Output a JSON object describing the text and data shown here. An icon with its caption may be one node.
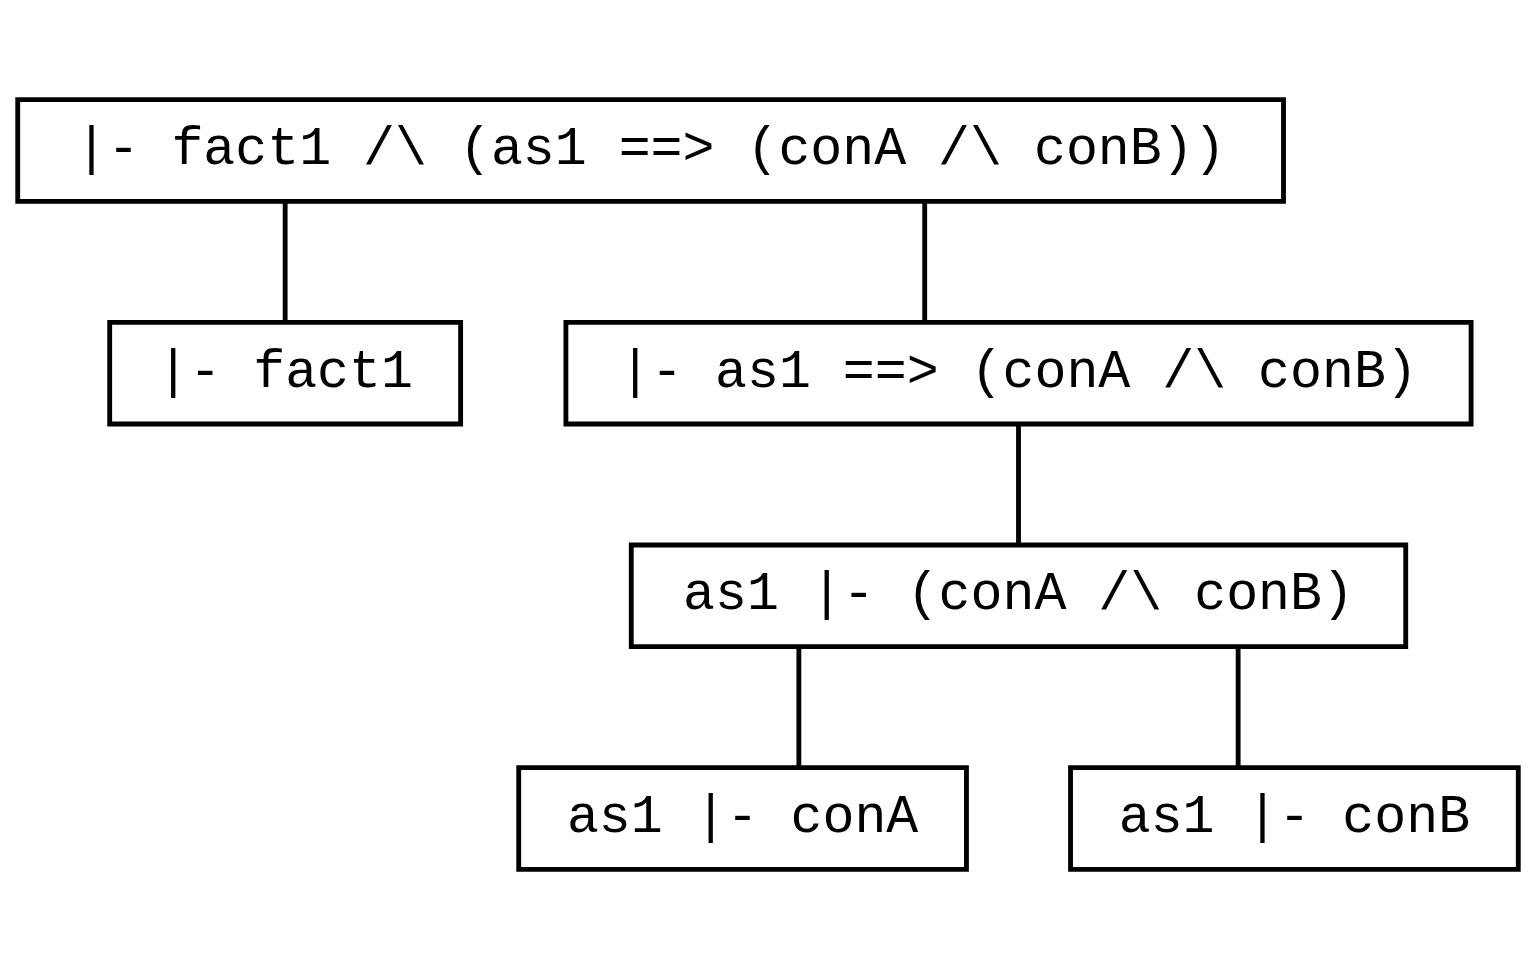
{
  "diagram": {
    "nodes": [
      {
        "text": [
          "|- fact1 /\\ (as1 ==> (conA /\\ conB))"
        ]
      },
      {
        "text": [
          "|- fact1"
        ]
      },
      {
        "text": [
          "|- as1 ==> (conA /\\ conB)"
        ]
      },
      {
        "text": [
          "as1 |- (conA /\\ conB)"
        ]
      },
      {
        "text": [
          "as1 |- conA"
        ]
      },
      {
        "text": [
          "as1 |- conB"
        ]
      }
    ],
    "edges": [
      {
        "from": 0,
        "to": 1,
        "arrow": "none"
      },
      {
        "from": 0,
        "to": 2,
        "arrow": "none"
      },
      {
        "from": 2,
        "to": 3,
        "arrow": "none"
      },
      {
        "from": 3,
        "to": 4,
        "arrow": "none"
      },
      {
        "from": 3,
        "to": 5,
        "arrow": "none"
      }
    ]
  }
}
